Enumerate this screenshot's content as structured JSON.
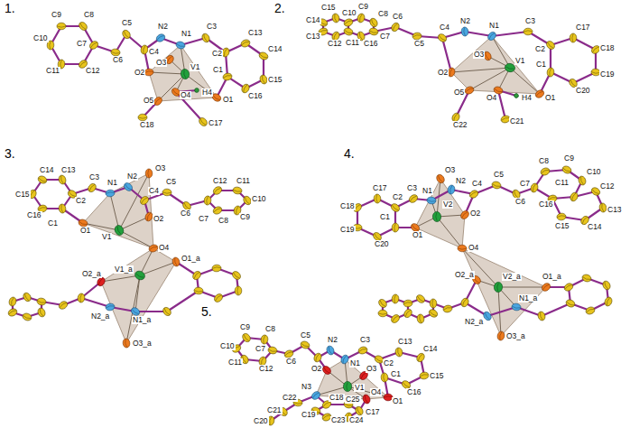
{
  "diagram": {
    "labels": [
      "1.",
      "C9",
      "C8",
      "C10",
      "C7",
      "C6",
      "C5",
      "C4",
      "N2",
      "N1",
      "C3",
      "C2",
      "C13",
      "C14",
      "C15",
      "C16",
      "C1",
      "O1",
      "V1",
      "O3",
      "O2",
      "O4",
      "H4",
      "O5",
      "C18",
      "C17",
      "C11",
      "C12",
      "2.",
      "C7",
      "C8",
      "C9",
      "C10",
      "C11",
      "C16",
      "C12",
      "C13",
      "C14",
      "C15",
      "C6",
      "C5",
      "C4",
      "N2",
      "N1",
      "C3",
      "C2",
      "C17",
      "C18",
      "C19",
      "C20",
      "C1",
      "O1",
      "V1",
      "O3",
      "O2",
      "O5",
      "O4",
      "H4",
      "C22",
      "C21",
      "3.",
      "C14",
      "C13",
      "C15",
      "C16",
      "C2",
      "C1",
      "C3",
      "N1",
      "N2",
      "O3",
      "C4",
      "C5",
      "C6",
      "C7",
      "C12",
      "C11",
      "C10",
      "C9",
      "C8",
      "O1",
      "V1",
      "O2",
      "O4",
      "V1_a",
      "O1_a",
      "O2_a",
      "N2_a",
      "N1_a",
      "O3_a",
      "4.",
      "C2",
      "C17",
      "C18",
      "C19",
      "C20",
      "C1",
      "C3",
      "N1",
      "O3",
      "N2",
      "C4",
      "C5",
      "C6",
      "C7",
      "C8",
      "C9",
      "C10",
      "C11",
      "C16",
      "C12",
      "C13",
      "C14",
      "C15",
      "O1",
      "V2",
      "O2",
      "O4",
      "O2_a",
      "V2_a",
      "O1_a",
      "N1_a",
      "N2_a",
      "O3_a",
      "5.",
      "C9",
      "C8",
      "C10",
      "C7",
      "C11",
      "C12",
      "C6",
      "C5",
      "N2",
      "N1",
      "C3",
      "C2",
      "C13",
      "C14",
      "C15",
      "C16",
      "C1",
      "O3",
      "O1",
      "O2",
      "V1",
      "N3",
      "C22",
      "C21",
      "C20",
      "C18",
      "C25",
      "C17",
      "C24",
      "C23",
      "C19",
      "O4"
    ]
  }
}
